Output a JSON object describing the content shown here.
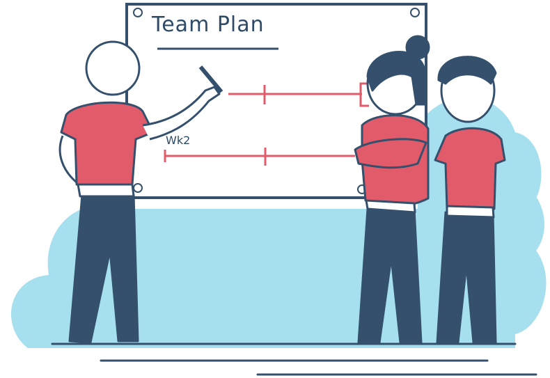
{
  "illustration": {
    "subject": "Three people in front of a whiteboard planning",
    "whiteboard": {
      "title": "Team Plan",
      "row_label": "Wk2"
    },
    "colors": {
      "outline": "#34506c",
      "shirt": "#e25b6a",
      "pants": "#34506c",
      "cloud": "#a6e0ef",
      "timeline": "#e25b6a",
      "board": "#ffffff"
    }
  }
}
